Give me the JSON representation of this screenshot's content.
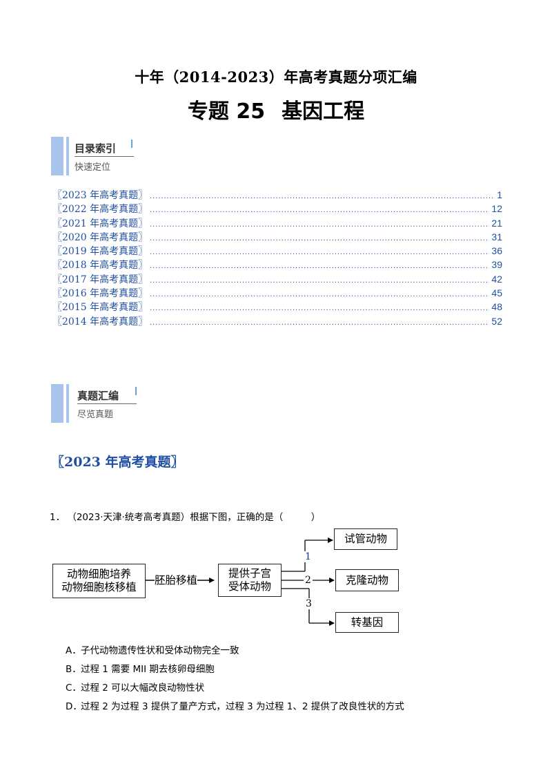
{
  "header": {
    "subtitle": "十年（2014-2023）年高考真题分项汇编",
    "title_part1": "专题 25",
    "title_part2": "基因工程"
  },
  "toc_banner": {
    "heading": "目录索引",
    "sub": "快速定位"
  },
  "toc": [
    {
      "label": "〖2023 年高考真题〗",
      "dots": "...................................................................................................................................................................................................................",
      "page": "1"
    },
    {
      "label": "〖2022 年高考真题〗",
      "dots": "...................................................................................................................................................................................................................",
      "page": "12"
    },
    {
      "label": "〖2021 年高考真题〗",
      "dots": "...................................................................................................................................................................................................................",
      "page": "21"
    },
    {
      "label": "〖2020 年高考真题〗",
      "dots": "...................................................................................................................................................................................................................",
      "page": "31"
    },
    {
      "label": "〖2019 年高考真题〗",
      "dots": "...................................................................................................................................................................................................................",
      "page": "36"
    },
    {
      "label": "〖2018 年高考真题〗",
      "dots": "...................................................................................................................................................................................................................",
      "page": "39"
    },
    {
      "label": "〖2017 年高考真题〗",
      "dots": "...................................................................................................................................................................................................................",
      "page": "42"
    },
    {
      "label": "〖2016 年高考真题〗",
      "dots": "...................................................................................................................................................................................................................",
      "page": "45"
    },
    {
      "label": "〖2015 年高考真题〗",
      "dots": "...................................................................................................................................................................................................................",
      "page": "48"
    },
    {
      "label": "〖2014 年高考真题〗",
      "dots": "...................................................................................................................................................................................................................",
      "page": "52"
    }
  ],
  "exam_banner": {
    "heading": "真题汇编",
    "sub": "尽览真题"
  },
  "year_heading": "〖2023 年高考真题〗",
  "question": {
    "number": "1．",
    "stem": "（2023·天津·统考高考真题）根据下图，正确的是（　　　）",
    "diagram": {
      "source_line1": "动物细胞培养",
      "source_line2": "动物细胞核移植",
      "arrow_label": "胚胎移植",
      "middle_line1": "提供子宫",
      "middle_line2": "受体动物",
      "out1": "试管动物",
      "out2": "克隆动物",
      "out3": "转基因",
      "num1": "1",
      "num2": "2",
      "num3": "3"
    },
    "options": [
      {
        "key": "A．",
        "text": "子代动物遗传性状和受体动物完全一致"
      },
      {
        "key": "B．",
        "text": "过程 1 需要 MII 期去核卵母细胞"
      },
      {
        "key": "C．",
        "text": "过程 2 可以大幅改良动物性状"
      },
      {
        "key": "D．",
        "text": "过程 2 为过程 3 提供了量产方式，过程 3 为过程 1、2 提供了改良性状的方式"
      }
    ]
  }
}
